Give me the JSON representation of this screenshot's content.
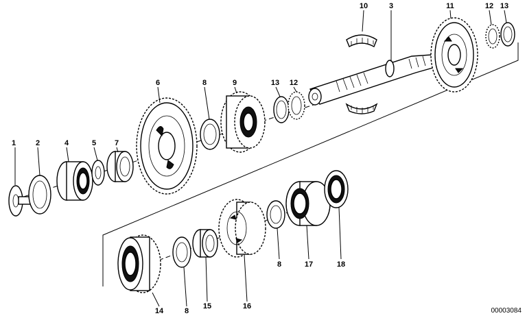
{
  "diagram": {
    "reference_number": "00003084",
    "callouts": [
      "1",
      "2",
      "4",
      "5",
      "7",
      "6",
      "8",
      "9",
      "13",
      "12",
      "10",
      "3",
      "11",
      "12",
      "13",
      "14",
      "8",
      "15",
      "16",
      "8",
      "17",
      "18"
    ]
  }
}
